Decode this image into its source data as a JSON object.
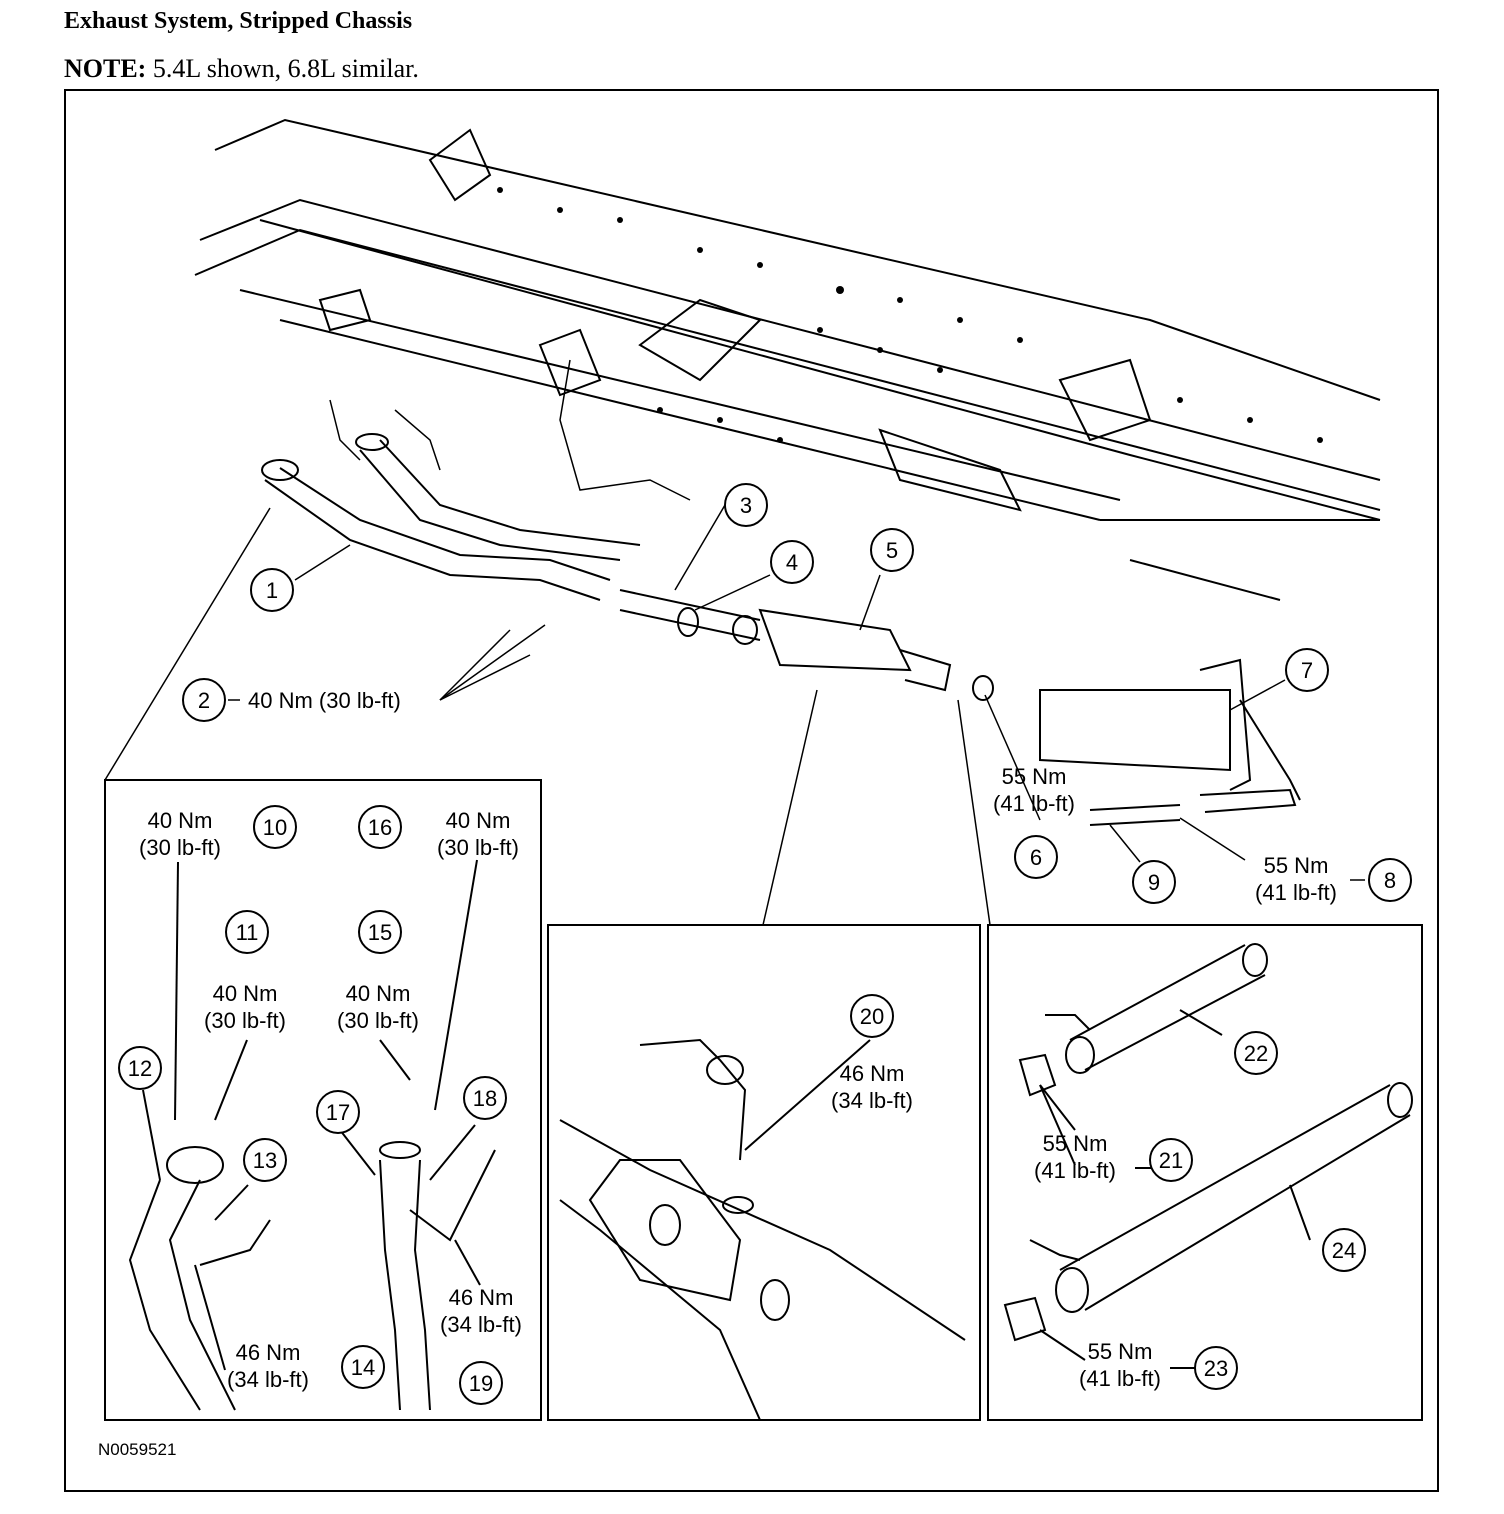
{
  "title": "Exhaust System, Stripped Chassis",
  "note_label": "NOTE:",
  "note_text": "5.4L shown, 6.8L similar.",
  "figure_id": "N0059521",
  "callouts": {
    "c1": "1",
    "c2": "2",
    "c3": "3",
    "c4": "4",
    "c5": "5",
    "c6": "6",
    "c7": "7",
    "c8": "8",
    "c9": "9",
    "c10": "10",
    "c11": "11",
    "c12": "12",
    "c13": "13",
    "c14": "14",
    "c15": "15",
    "c16": "16",
    "c17": "17",
    "c18": "18",
    "c19": "19",
    "c20": "20",
    "c21": "21",
    "c22": "22",
    "c23": "23",
    "c24": "24"
  },
  "torque": {
    "t2": "40 Nm (30 lb-ft)",
    "t6a": "55 Nm",
    "t6b": "(41 lb-ft)",
    "t8a": "55 Nm",
    "t8b": "(41 lb-ft)",
    "t10a": "40 Nm",
    "t10b": "(30 lb-ft)",
    "t11a": "40 Nm",
    "t11b": "(30 lb-ft)",
    "t14a": "46 Nm",
    "t14b": "(34 lb-ft)",
    "t15a": "40 Nm",
    "t15b": "(30 lb-ft)",
    "t16a": "40 Nm",
    "t16b": "(30 lb-ft)",
    "t19a": "46 Nm",
    "t19b": "(34 lb-ft)",
    "t20a": "46 Nm",
    "t20b": "(34 lb-ft)",
    "t21a": "55 Nm",
    "t21b": "(41 lb-ft)",
    "t23a": "55 Nm",
    "t23b": "(41 lb-ft)"
  }
}
